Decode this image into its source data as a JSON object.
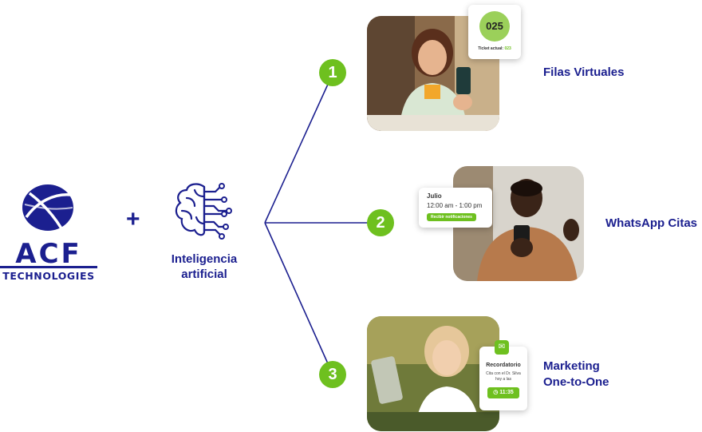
{
  "brand": {
    "name": "ACF",
    "tagline": "TECHNOLOGIES"
  },
  "connector": {
    "plus": "+"
  },
  "ai": {
    "line1": "Inteligencia",
    "line2": "artificial",
    "icon": "brain-circuit-icon"
  },
  "steps": [
    {
      "number": "1",
      "title": "Filas Virtuales",
      "ticket": {
        "number": "025",
        "label": "Ticket actual:",
        "value": "023"
      }
    },
    {
      "number": "2",
      "title": "WhatsApp Citas",
      "appointment": {
        "month": "Julio",
        "time": "12:00 am - 1:00 pm",
        "button": "Recibir notificaciones"
      }
    },
    {
      "number": "3",
      "title_line1": "Marketing",
      "title_line2": "One-to-One",
      "reminder": {
        "title": "Recordatorio",
        "text_line1": "Cita con el Dr. Silva",
        "text_line2": "hoy a las",
        "time": "11:35",
        "icon": "chat-bell-icon"
      }
    }
  ],
  "colors": {
    "navy": "#1b1f8f",
    "green": "#6ec01f"
  }
}
